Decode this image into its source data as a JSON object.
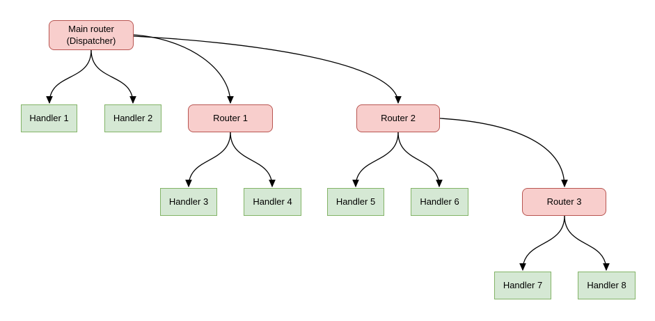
{
  "diagram": {
    "nodes": {
      "main": {
        "label": "Main router\n(Dispatcher)",
        "type": "router"
      },
      "h1": {
        "label": "Handler 1",
        "type": "handler"
      },
      "h2": {
        "label": "Handler 2",
        "type": "handler"
      },
      "r1": {
        "label": "Router 1",
        "type": "router"
      },
      "r2": {
        "label": "Router 2",
        "type": "router"
      },
      "h3": {
        "label": "Handler 3",
        "type": "handler"
      },
      "h4": {
        "label": "Handler 4",
        "type": "handler"
      },
      "h5": {
        "label": "Handler 5",
        "type": "handler"
      },
      "h6": {
        "label": "Handler 6",
        "type": "handler"
      },
      "r3": {
        "label": "Router 3",
        "type": "router"
      },
      "h7": {
        "label": "Handler 7",
        "type": "handler"
      },
      "h8": {
        "label": "Handler 8",
        "type": "handler"
      }
    },
    "edges": [
      {
        "from": "main",
        "to": "h1"
      },
      {
        "from": "main",
        "to": "h2"
      },
      {
        "from": "main",
        "to": "r1"
      },
      {
        "from": "main",
        "to": "r2"
      },
      {
        "from": "r1",
        "to": "h3"
      },
      {
        "from": "r1",
        "to": "h4"
      },
      {
        "from": "r2",
        "to": "h5"
      },
      {
        "from": "r2",
        "to": "h6"
      },
      {
        "from": "r2",
        "to": "r3"
      },
      {
        "from": "r3",
        "to": "h7"
      },
      {
        "from": "r3",
        "to": "h8"
      }
    ]
  },
  "colors": {
    "router_fill": "#f8cecc",
    "router_border": "#b85450",
    "handler_fill": "#d5e8d4",
    "handler_border": "#82b366",
    "edge": "#000000"
  }
}
